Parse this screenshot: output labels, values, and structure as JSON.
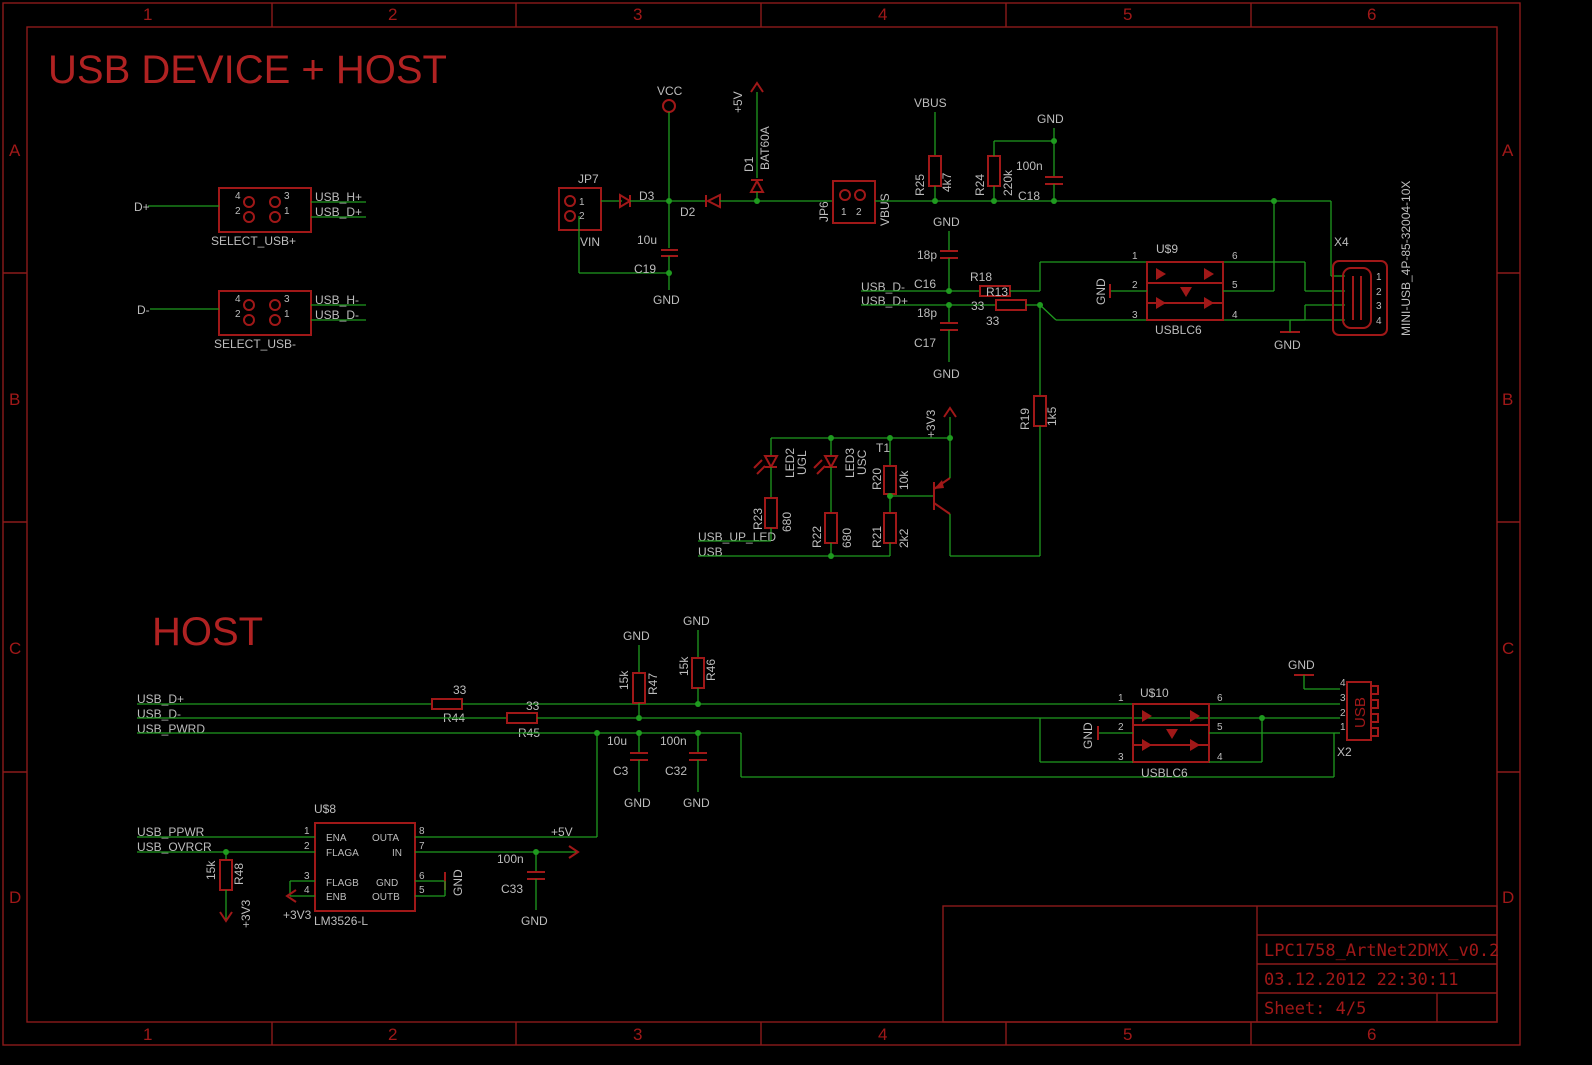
{
  "titles": {
    "main": "USB DEVICE + HOST",
    "host": "HOST"
  },
  "zones": {
    "cols": [
      "1",
      "2",
      "3",
      "4",
      "5",
      "6"
    ],
    "rows": [
      "A",
      "B",
      "C",
      "D"
    ]
  },
  "title_block": {
    "project": "LPC1758_ArtNet2DMX_v0.2",
    "datetime": "03.12.2012  22:30:11",
    "sheet": "Sheet: 4/5"
  },
  "select_plus": {
    "name": "SELECT_USB+",
    "net_in": "D+",
    "out_h": "USB_H+",
    "out_d": "USB_D+",
    "pins": [
      "4",
      "3",
      "2",
      "1"
    ]
  },
  "select_minus": {
    "name": "SELECT_USB-",
    "net_in": "D-",
    "out_h": "USB_H-",
    "out_d": "USB_D-",
    "pins": [
      "4",
      "3",
      "2",
      "1"
    ]
  },
  "power": {
    "vcc": "VCC",
    "p5v": "+5V",
    "vbus": "VBUS",
    "p3v3": "+3V3",
    "gnd": "GND",
    "vin": "VIN",
    "jp7": "JP7",
    "jp6": "JP6",
    "d3": "D3",
    "d2": "D2",
    "d1": "D1",
    "d1_val": "BAT60A",
    "c19": "C19",
    "c19_val": "10u",
    "r25": "R25",
    "r25_val": "4k7",
    "r24": "R24",
    "r24_val": "220k",
    "c18": "C18",
    "c18_val": "100n",
    "pin1": "1",
    "pin2": "2"
  },
  "device": {
    "usb_dm": "USB_D-",
    "usb_dp": "USB_D+",
    "c16": "C16",
    "c16_val": "18p",
    "c17": "C17",
    "c17_val": "18p",
    "r18": "R18",
    "r18_val": "33",
    "r13": "R13",
    "r13_val": "33",
    "r19": "R19",
    "r19_val": "1k5",
    "u9": "U$9",
    "u9_type": "USBLC6",
    "u9_pins": [
      "1",
      "2",
      "3",
      "6",
      "5",
      "4"
    ],
    "x4": "X4",
    "x4_type": "MINI-USB_4P-85-32004-10X",
    "x4_pins": [
      "1",
      "2",
      "3",
      "4"
    ]
  },
  "leds": {
    "led2": "LED2",
    "led2_val": "UGL",
    "led3": "LED3",
    "led3_val": "USC",
    "r23": "R23",
    "r23_val": "680",
    "r22": "R22",
    "r22_val": "680",
    "r20": "R20",
    "r20_val": "10k",
    "r21": "R21",
    "r21_val": "2k2",
    "t1": "T1",
    "usb_up_led": "USB_UP_LED",
    "usb": "USB"
  },
  "host": {
    "usb_dp": "USB_D+",
    "usb_dm": "USB_D-",
    "usb_pwrd": "USB_PWRD",
    "r44": "R44",
    "r44_val": "33",
    "r45": "R45",
    "r45_val": "33",
    "r47": "R47",
    "r47_val": "15k",
    "r46": "R46",
    "r46_val": "15k",
    "c3": "C3",
    "c3_val": "10u",
    "c32": "C32",
    "c32_val": "100n",
    "u10": "U$10",
    "u10_type": "USBLC6",
    "u10_pins": [
      "1",
      "2",
      "3",
      "6",
      "5",
      "4"
    ],
    "x2": "X2",
    "x2_type": "USB",
    "x2_pins": [
      "4",
      "3",
      "2",
      "1"
    ]
  },
  "regulator": {
    "u8": "U$8",
    "u8_type": "LM3526-L",
    "pin_left": [
      "ENA",
      "FLAGA",
      "FLAGB",
      "ENB"
    ],
    "pin_right": [
      "OUTA",
      "IN",
      "GND",
      "OUTB"
    ],
    "pin_nums_left": [
      "1",
      "2",
      "3",
      "4"
    ],
    "pin_nums_right": [
      "8",
      "7",
      "6",
      "5"
    ],
    "usb_ppwr": "USB_PPWR",
    "usb_ovrcr": "USB_OVRCR",
    "r48": "R48",
    "r48_val": "15k",
    "c33": "C33",
    "c33_val": "100n"
  }
}
